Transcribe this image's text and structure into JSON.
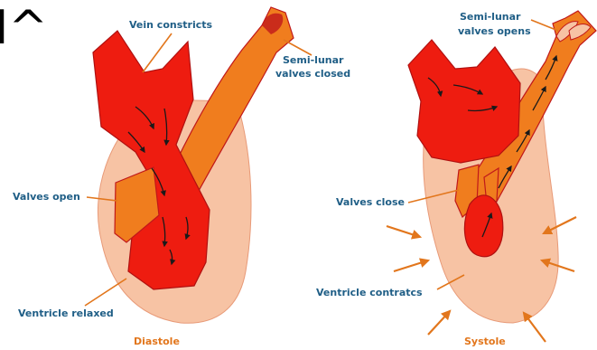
{
  "corner_text": "I^",
  "diastole": {
    "caption": "Diastole",
    "labels": {
      "vein": "Vein constricts",
      "semilunar_line1": "Semi-lunar",
      "semilunar_line2": "valves closed",
      "valves": "Valves open",
      "ventricle": "Ventricle relaxed"
    }
  },
  "systole": {
    "caption": "Systole",
    "labels": {
      "semilunar_line1": "Semi-lunar",
      "semilunar_line2": "valves opens",
      "valves": "Valves close",
      "ventricle": "Ventricle contratcs"
    }
  },
  "colors": {
    "blood": "#ee1c10",
    "vessel": "#f07d1e",
    "tissue": "#f7c3a4",
    "outline": "#c0181a",
    "label": "#1f5e86",
    "caption": "#e2761c"
  }
}
